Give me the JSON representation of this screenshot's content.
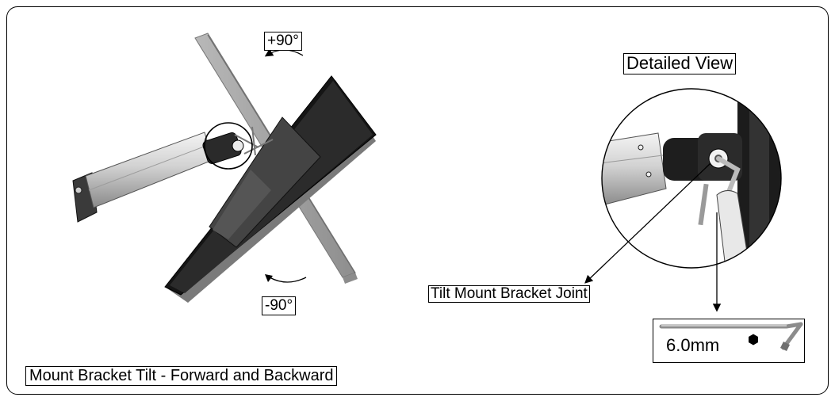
{
  "angles": {
    "forward": "+90°",
    "backward": "-90°"
  },
  "detail_title": "Detailed View",
  "joint_label": "Tilt Mount Bracket Joint",
  "tool_size": "6.0mm",
  "caption": "Mount Bracket Tilt - Forward and Backward",
  "icons": [
    "hex-key-icon",
    "hexagon-icon",
    "rotate-arrow-icon"
  ]
}
